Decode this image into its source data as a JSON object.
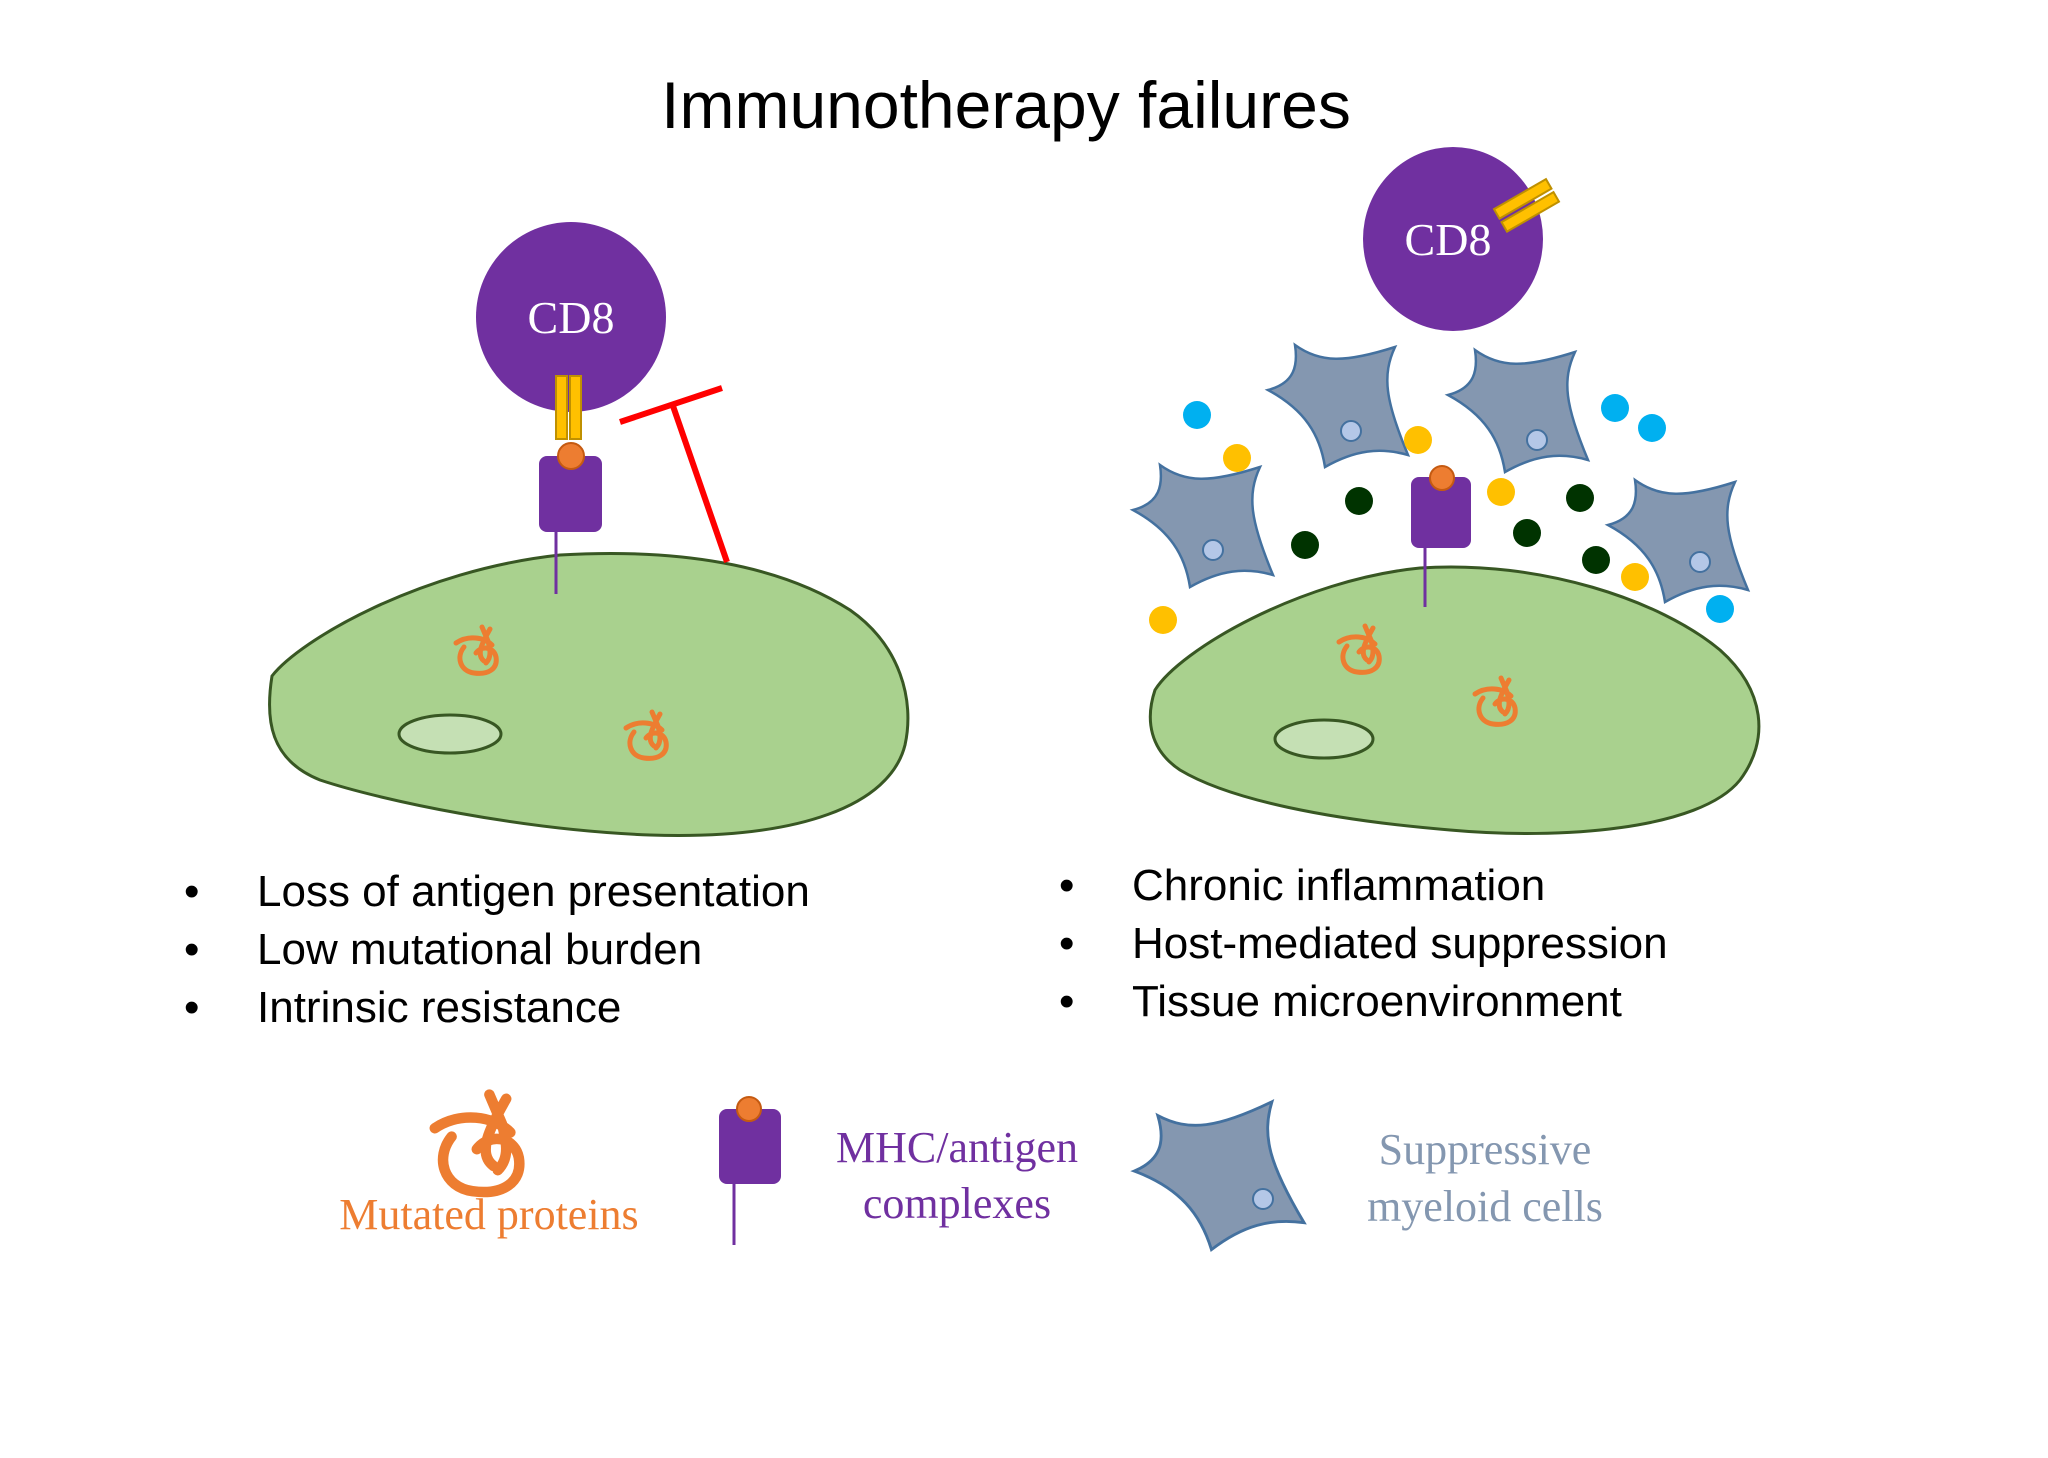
{
  "title": "Immunotherapy failures",
  "colors": {
    "cd8": "#7030a0",
    "receptor": "#ffc000",
    "receptor_stroke": "#bf9000",
    "antigen": "#ed7d31",
    "mhc": "#7030a0",
    "inhibit": "#ff0000",
    "tumor_fill": "#a9d18e",
    "tumor_stroke": "#385723",
    "nucleus_fill": "#c5e0b4",
    "myeloid_fill": "#8497b0",
    "myeloid_stroke": "#44719f",
    "myeloid_nucleus": "#b4c7e7",
    "cytokine_blue": "#00b0f0",
    "cytokine_yellow": "#ffc000",
    "cytokine_dark": "#003300",
    "legend_mutated": "#ed7d31",
    "legend_mhc": "#7030a0",
    "legend_myeloid": "#8497b0"
  },
  "left_panel": {
    "cd8_label": "CD8",
    "bullets": [
      "Loss of antigen presentation",
      "Low mutational burden",
      "Intrinsic resistance"
    ]
  },
  "right_panel": {
    "cd8_label": "CD8",
    "bullets": [
      "Chronic inflammation",
      "Host-mediated suppression",
      "Tissue microenvironment"
    ]
  },
  "bullet_char": "•",
  "legend": {
    "mutated_proteins": "Mutated proteins",
    "mhc_line1": "MHC/antigen",
    "mhc_line2": "complexes",
    "myeloid_line1": "Suppressive",
    "myeloid_line2": "myeloid cells"
  }
}
